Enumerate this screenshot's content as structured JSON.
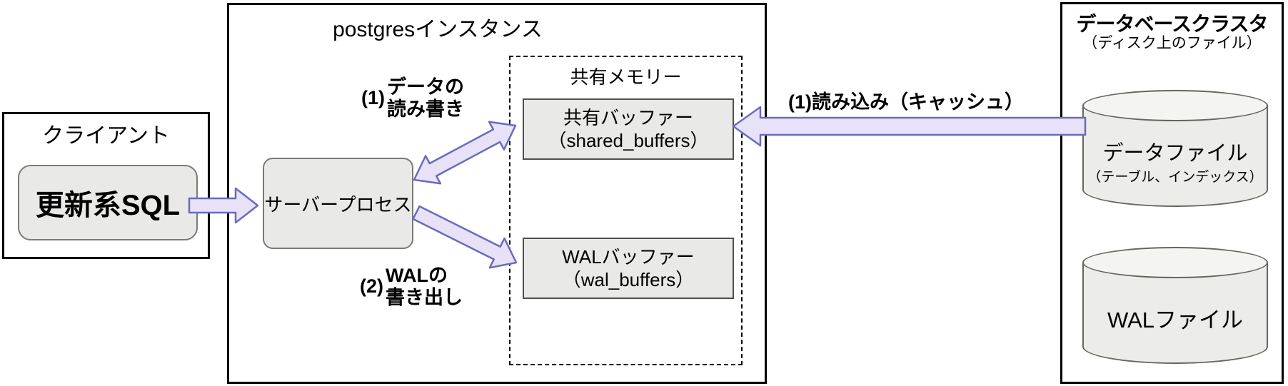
{
  "client": {
    "title": "クライアント",
    "sql_label": "更新系SQL"
  },
  "postgres": {
    "title": "postgresインスタンス",
    "server_process": "サーバープロセス",
    "shared_memory": {
      "title": "共有メモリー",
      "shared_buffers": {
        "line1": "共有バッファー",
        "line2": "（shared_buffers）"
      },
      "wal_buffers": {
        "line1": "WALバッファー",
        "line2": "（wal_buffers）"
      }
    }
  },
  "cluster": {
    "title": "データベースクラスタ",
    "subtitle": "（ディスク上のファイル）",
    "data_file": {
      "line1": "データファイル",
      "line2": "（テーブル、インデックス）"
    },
    "wal_file": "WALファイル"
  },
  "labels": {
    "data_rw": {
      "num": "(1)",
      "line1": "データの",
      "line2": "読み書き"
    },
    "wal_write": {
      "num": "(2)",
      "line1": "WALの",
      "line2": "書き出し"
    },
    "read_cache": "(1)読み込み（キャッシュ）"
  },
  "colors": {
    "arrow-fill": "#e7e2f8",
    "arrow-stroke": "#6a6abd",
    "box-fill": "#e9e9e7",
    "box-border": "#7a7a77",
    "buffer-border": "#4f4f4b",
    "cyl-fill": "#ececea",
    "cyl-top": "#f4f4f2",
    "cyl-border": "#66665f"
  }
}
